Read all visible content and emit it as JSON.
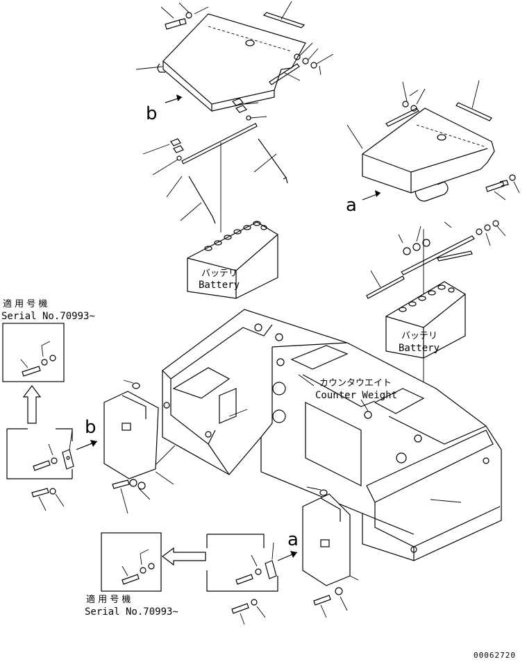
{
  "labels": {
    "callout_b_top": "b",
    "callout_a_top": "a",
    "callout_b_left": "b",
    "callout_a_bottom": "a",
    "battery_left_jp": "バッテリ",
    "battery_left_en": "Battery",
    "battery_right_jp": "バッテリ",
    "battery_right_en": "Battery",
    "counterweight_jp": "カウンタウエイト",
    "counterweight_en": "Counter Weight",
    "serial_top_jp": "適 用 号 機",
    "serial_top_en": "Serial No.70993~",
    "serial_bottom_jp": "適 用 号 機",
    "serial_bottom_en": "Serial No.70993~",
    "drawing_number": "00062720"
  }
}
